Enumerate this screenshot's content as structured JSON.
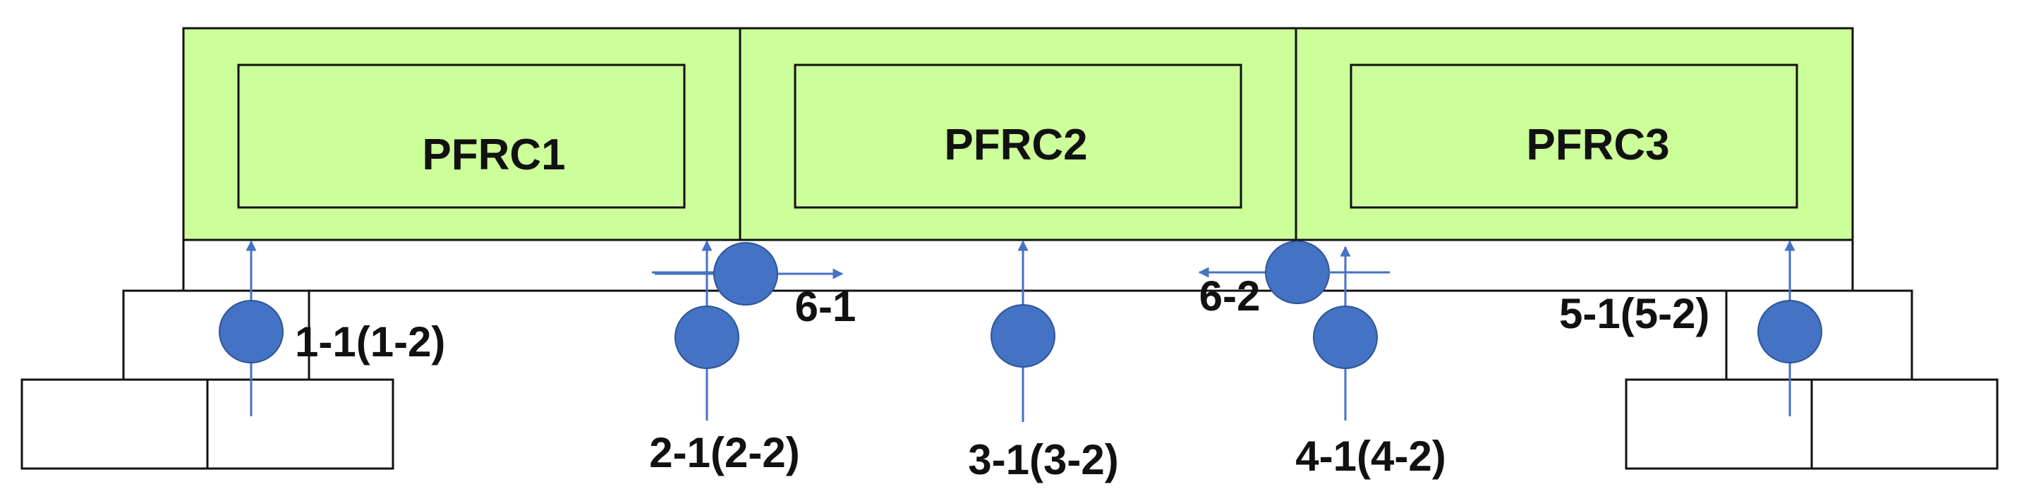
{
  "colors": {
    "panel_fill": "#ccff99",
    "outline": "#111111",
    "sensor_fill": "#4472c4",
    "sensor_stroke": "#2f5597",
    "arrow": "#4472c4"
  },
  "panels": [
    {
      "label": "PFRC1"
    },
    {
      "label": "PFRC2"
    },
    {
      "label": "PFRC3"
    }
  ],
  "points": [
    {
      "label": "1-1(1-2)",
      "direction": "up"
    },
    {
      "label": "2-1(2-2)",
      "direction": "up"
    },
    {
      "label": "6-1",
      "direction": "right"
    },
    {
      "label": "3-1(3-2)",
      "direction": "up"
    },
    {
      "label": "6-2",
      "direction": "left"
    },
    {
      "label": "4-1(4-2)",
      "direction": "up"
    },
    {
      "label": "5-1(5-2)",
      "direction": "up"
    }
  ]
}
